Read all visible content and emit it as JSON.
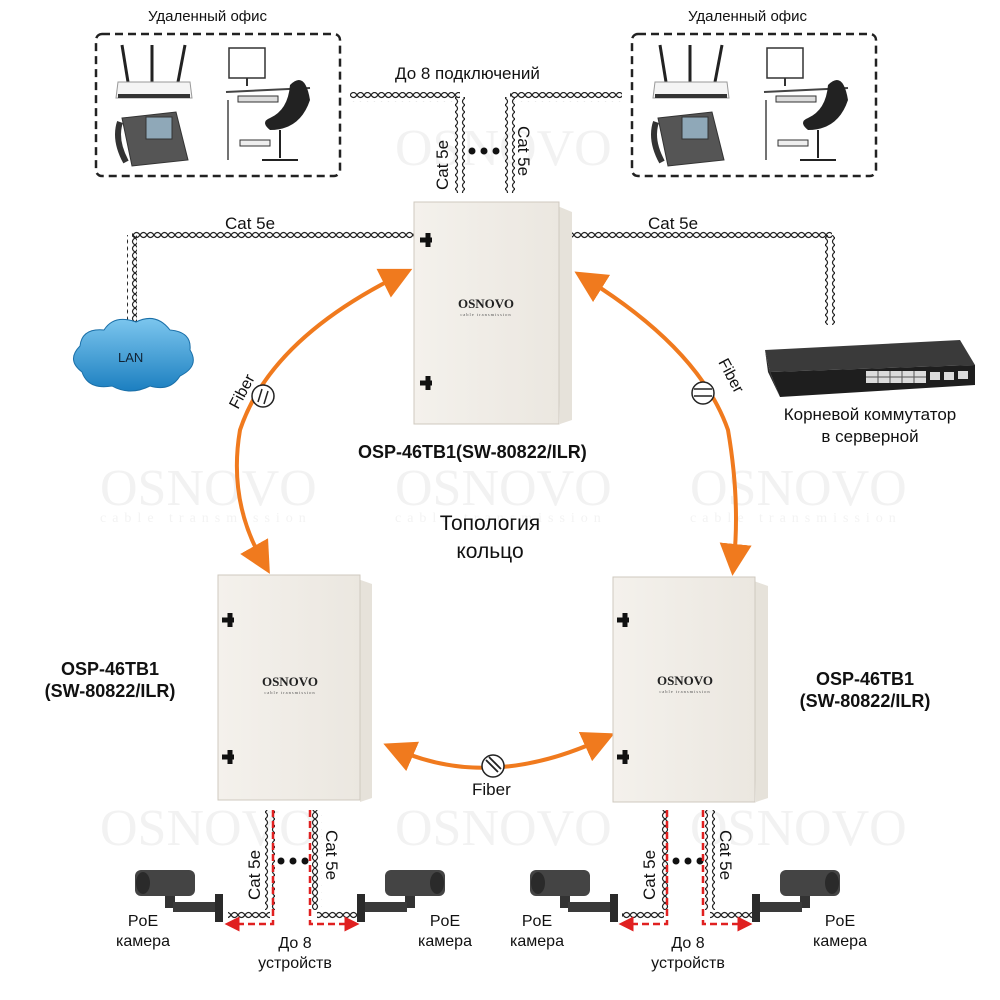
{
  "watermark": {
    "brand": "OSNOVO",
    "tagline": "cable transmission"
  },
  "remote_offices": [
    {
      "title": "Удаленный офис",
      "devices": [
        "wifi-router",
        "ip-phone",
        "workstation"
      ]
    },
    {
      "title": "Удаленный офис",
      "devices": [
        "wifi-router",
        "ip-phone",
        "workstation"
      ]
    }
  ],
  "top_connections": {
    "label": "До 8 подключений",
    "cable_left": "Cat 5e",
    "cable_right": "Cat 5e"
  },
  "lan": {
    "label": "LAN",
    "cable": "Cat 5e"
  },
  "core_switch": {
    "label_line1": "Корневой коммутатор",
    "label_line2": "в серверной",
    "cable": "Cat 5e"
  },
  "cabinets": {
    "top": {
      "brand": "OSNOVO",
      "tagline": "cable transmission",
      "label": "OSP-46TB1(SW-80822/ILR)"
    },
    "left": {
      "brand": "OSNOVO",
      "tagline": "cable transmission",
      "label_line1": "OSP-46TB1",
      "label_line2": "(SW-80822/ILR)"
    },
    "right": {
      "brand": "OSNOVO",
      "tagline": "cable transmission",
      "label_line1": "OSP-46TB1",
      "label_line2": "(SW-80822/ILR)"
    }
  },
  "ring": {
    "title_line1": "Топология",
    "title_line2": "кольцо",
    "fiber_label": "Fiber",
    "color": "#f07a1e"
  },
  "bottom_groups": [
    {
      "cable_left": "Cat 5e",
      "cable_right": "Cat 5e",
      "count_line1": "До 8",
      "count_line2": "устройств",
      "camera_left": {
        "line1": "PoE",
        "line2": "камера"
      },
      "camera_right": {
        "line1": "PoE",
        "line2": "камера"
      }
    },
    {
      "cable_left": "Cat 5e",
      "cable_right": "Cat 5e",
      "count_line1": "До 8",
      "count_line2": "устройств",
      "camera_left": {
        "line1": "PoE",
        "line2": "камера"
      },
      "camera_right": {
        "line1": "PoE",
        "line2": "камера"
      }
    }
  ],
  "colors": {
    "fiber": "#f07a1e",
    "dashed_arrow": "#e02020",
    "lan_cloud": "#2f9bd6"
  }
}
